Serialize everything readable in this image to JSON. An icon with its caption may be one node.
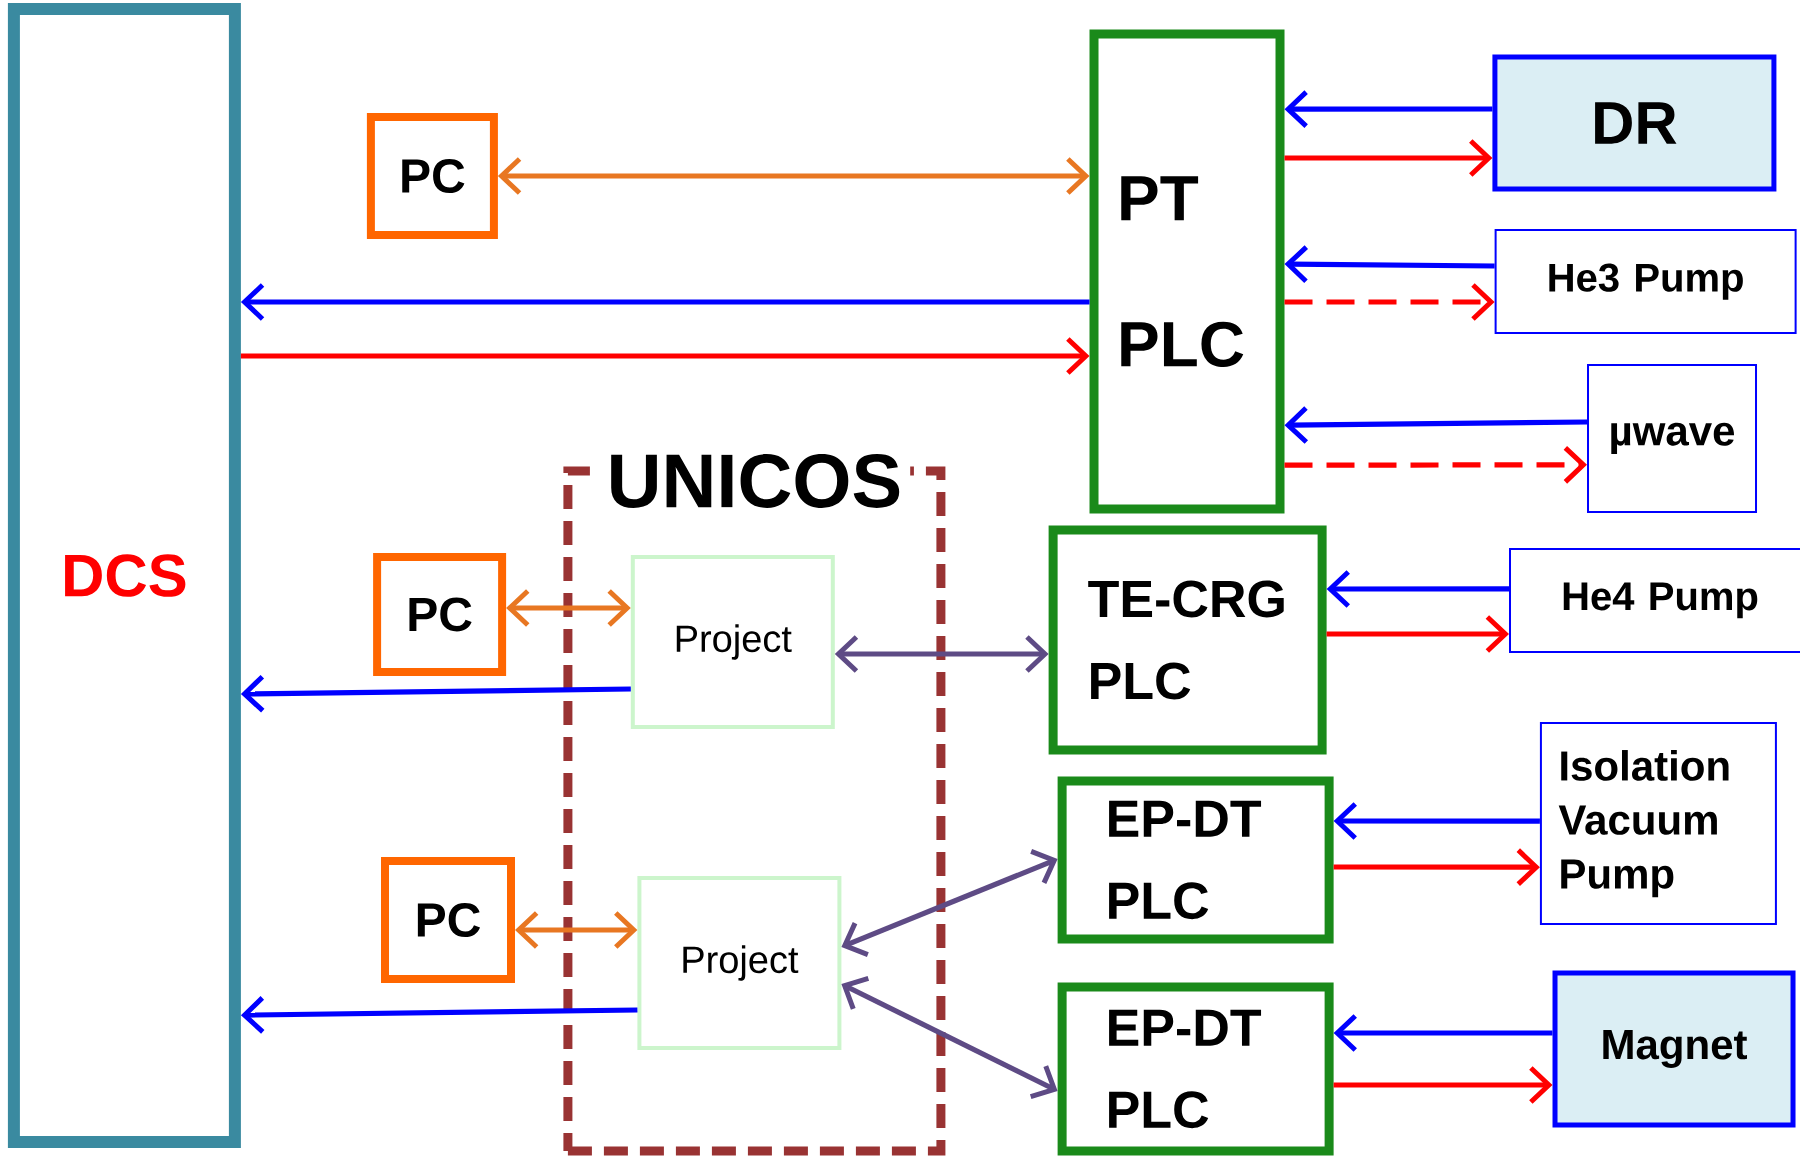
{
  "diagram": {
    "nodes": [
      {
        "text": [
          "DCS"
        ]
      },
      {
        "text": [
          "PC"
        ]
      },
      {
        "text": [
          "PT PLC"
        ]
      },
      {
        "text": [
          "DR"
        ]
      },
      {
        "text": [
          "He3 Pump"
        ]
      },
      {
        "text": [
          "µwave"
        ]
      },
      {
        "text": [
          "UNICOS"
        ]
      },
      {
        "text": [
          "PC"
        ]
      },
      {
        "text": [
          "Project"
        ],
        "in": 6
      },
      {
        "text": [
          "TE-CRG PLC"
        ]
      },
      {
        "text": [
          "He4 Pump"
        ]
      },
      {
        "text": [
          "PC"
        ]
      },
      {
        "text": [
          "Project"
        ],
        "in": 6
      },
      {
        "text": [
          "EP-DT PLC"
        ]
      },
      {
        "text": [
          "Isolation Vacuum Pump"
        ]
      },
      {
        "text": [
          "EP-DT PLC"
        ]
      },
      {
        "text": [
          "Magnet"
        ]
      }
    ],
    "edges": [
      {
        "from": 1,
        "to": 2,
        "arrow": "both",
        "color": "#e87722"
      },
      {
        "from": 2,
        "to": 0,
        "arrow": "to"
      },
      {
        "from": 0,
        "to": 2,
        "arrow": "to",
        "color": "#ff0000"
      },
      {
        "from": 3,
        "to": 2,
        "arrow": "to"
      },
      {
        "from": 2,
        "to": 3,
        "arrow": "to",
        "color": "#ff0000"
      },
      {
        "from": 4,
        "to": 2,
        "arrow": "to"
      },
      {
        "from": 2,
        "to": 4,
        "arrow": "to",
        "color": "#ff0000",
        "style": "dashed"
      },
      {
        "from": 5,
        "to": 2,
        "arrow": "to"
      },
      {
        "from": 2,
        "to": 5,
        "arrow": "to",
        "color": "#ff0000",
        "style": "dashed"
      },
      {
        "from": 7,
        "to": 8,
        "arrow": "both",
        "color": "#e87722"
      },
      {
        "from": 8,
        "to": 0,
        "arrow": "to"
      },
      {
        "from": 8,
        "to": 9,
        "arrow": "both",
        "color": "#5e4b85"
      },
      {
        "from": 10,
        "to": 9,
        "arrow": "to"
      },
      {
        "from": 9,
        "to": 10,
        "arrow": "to",
        "color": "#ff0000"
      },
      {
        "from": 11,
        "to": 12,
        "arrow": "both",
        "color": "#e87722"
      },
      {
        "from": 12,
        "to": 0,
        "arrow": "to"
      },
      {
        "from": 12,
        "to": 13,
        "arrow": "both",
        "color": "#5e4b85"
      },
      {
        "from": 12,
        "to": 15,
        "arrow": "both",
        "color": "#5e4b85"
      },
      {
        "from": 14,
        "to": 13,
        "arrow": "to"
      },
      {
        "from": 13,
        "to": 14,
        "arrow": "to",
        "color": "#ff0000"
      },
      {
        "from": 16,
        "to": 15,
        "arrow": "to"
      },
      {
        "from": 15,
        "to": 16,
        "arrow": "to",
        "color": "#ff0000"
      }
    ]
  }
}
